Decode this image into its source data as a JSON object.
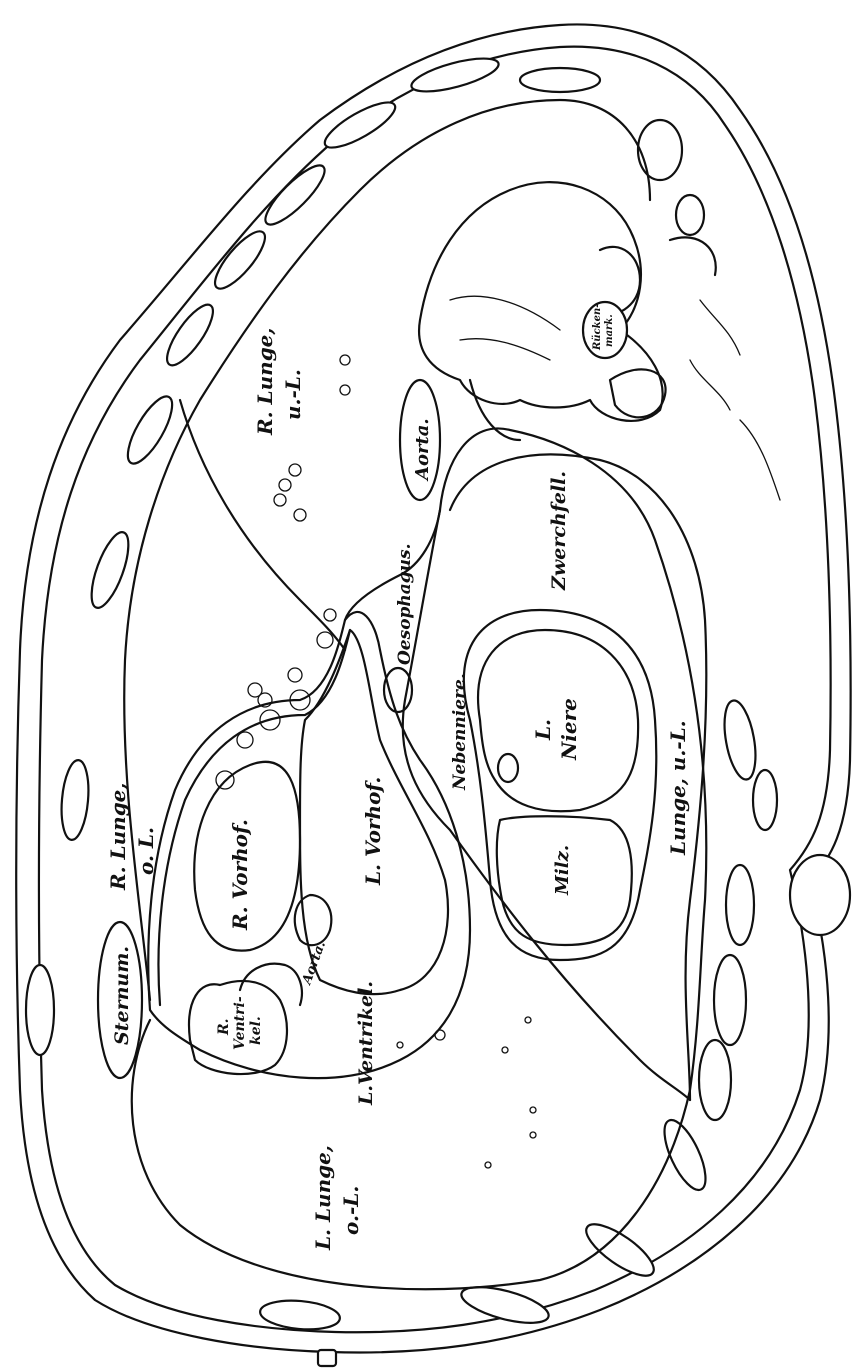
{
  "labels": {
    "sternum": "Sternum.",
    "r_lunge_ol": [
      "R. Lunge,",
      "o. L."
    ],
    "r_lunge_ul": [
      "R. Lunge,",
      "u.-L."
    ],
    "l_lunge_ol": [
      "L. Lunge,",
      "o.-L."
    ],
    "lunge_ul": "Lunge, u.-L.",
    "r_vorhof": "R. Vorhof.",
    "l_vorhof": "L. Vorhof.",
    "r_ventrikel": [
      "R.",
      "Ventri-",
      "kel."
    ],
    "l_ventrikel": "L.Ventrikel.",
    "aorta_small": "Aorta.",
    "aorta": "Aorta.",
    "oesophagus": "Oesophagus.",
    "zwerchfell": "Zwerchfell.",
    "l_niere": [
      "L.",
      "Niere"
    ],
    "nebenniere": "Nebenniere.",
    "milz": "Milz.",
    "rueckenmark": [
      "Rücken-",
      "mark."
    ]
  },
  "colors": {
    "ink": "#111111",
    "paper": "#ffffff"
  }
}
